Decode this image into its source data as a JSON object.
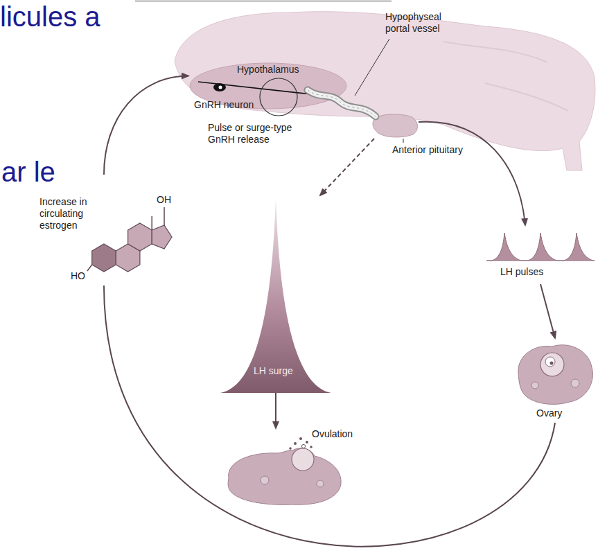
{
  "diagram": {
    "nodes": [
      {
        "text": [
          "Hypothalamus"
        ]
      },
      {
        "text": [
          "Increase in circulating estrogen",
          "OH",
          "HO"
        ]
      },
      {
        "text": [
          "LH surge"
        ]
      },
      {
        "text": [
          "LH pulses"
        ]
      },
      {
        "text": [
          "Ovulation"
        ]
      },
      {
        "text": [
          "Ovary"
        ]
      }
    ],
    "edges": [
      {
        "from": 2,
        "to": 4,
        "arrow": "to"
      },
      {
        "from": 3,
        "to": 5,
        "arrow": "to"
      },
      {
        "from": 5,
        "to": 1,
        "arrow": "none"
      },
      {
        "from": 1,
        "to": 0,
        "arrow": "to"
      }
    ],
    "labels": [
      "licules a",
      "Hypophyseal portal vessel",
      "GnRH neuron",
      "Pulse or surge-type GnRH release",
      "Anterior pituitary",
      "ar le"
    ]
  }
}
